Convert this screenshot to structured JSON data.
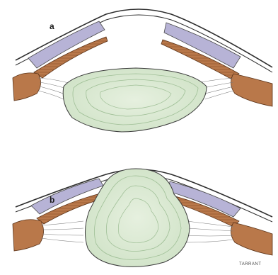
{
  "panels": [
    {
      "label": "a",
      "state": "unaccommodated"
    },
    {
      "label": "b",
      "state": "accommodated"
    }
  ],
  "signature": "TARRANT",
  "colors": {
    "cornea_fill": "#b7b3d6",
    "cornea_edge": "#3a3a3a",
    "iris_fill": "#b9784a",
    "iris_dark": "#8a4f2a",
    "lens_fill": "#d6e8cf",
    "lens_ring": "#9fbf96",
    "zonule": "#7a7a7a",
    "ciliary": "#a8683d"
  }
}
